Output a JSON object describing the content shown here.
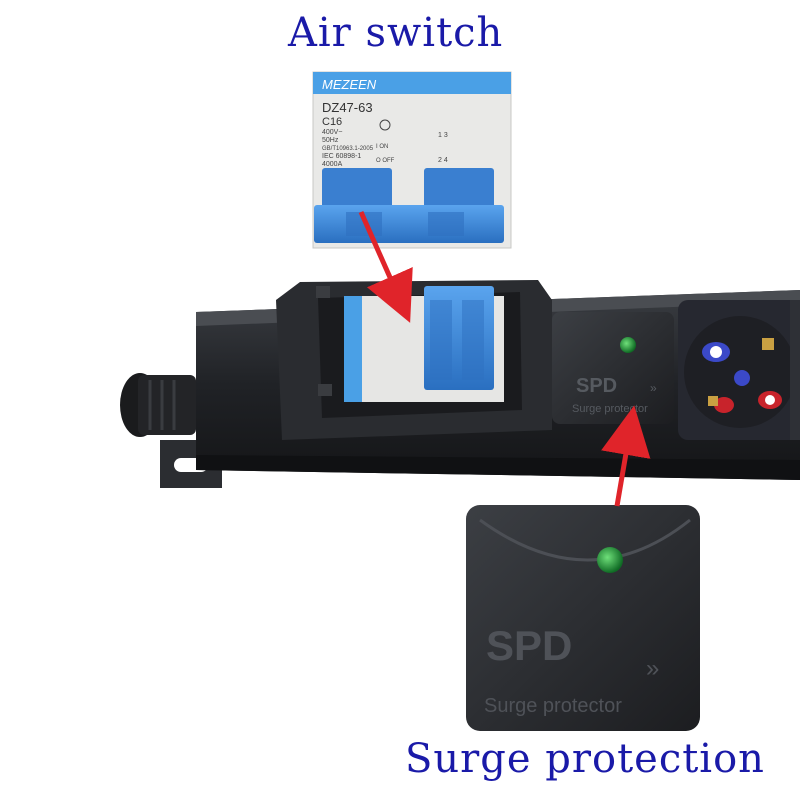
{
  "captions": {
    "top": "Air switch",
    "bottom": "Surge protection"
  },
  "breaker": {
    "brand": "MEZEEN",
    "model": "DZ47-63",
    "rating": "C16",
    "voltage": "400V~",
    "frequency": "50Hz",
    "standard_1": "GB/T10963.1-2005",
    "standard_2": "IEC 60898-1",
    "capacity": "4000A",
    "on_label": "I ON",
    "off_label": "O OFF",
    "terminals_top": "1 3",
    "terminals_bottom": "2 4"
  },
  "spd_small": {
    "title": "SPD",
    "subtitle": "Surge protector"
  },
  "spd_large": {
    "title": "SPD",
    "subtitle": "Surge protector"
  },
  "colors": {
    "caption": "#1a1aa8",
    "arrow": "#e0242a",
    "breaker_blue": "#3a86d8",
    "indicator": "#1f9a3a"
  }
}
